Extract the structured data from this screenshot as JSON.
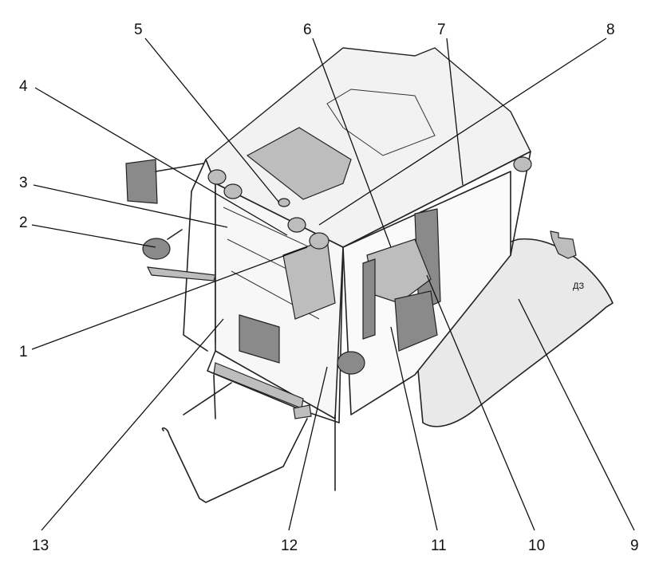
{
  "callouts": [
    {
      "id": "1",
      "label": "1"
    },
    {
      "id": "2",
      "label": "2"
    },
    {
      "id": "3",
      "label": "3"
    },
    {
      "id": "4",
      "label": "4"
    },
    {
      "id": "5",
      "label": "5"
    },
    {
      "id": "6",
      "label": "6"
    },
    {
      "id": "7",
      "label": "7"
    },
    {
      "id": "8",
      "label": "8"
    },
    {
      "id": "9",
      "label": "9"
    },
    {
      "id": "10",
      "label": "10"
    },
    {
      "id": "11",
      "label": "11"
    },
    {
      "id": "12",
      "label": "12"
    },
    {
      "id": "13",
      "label": "13"
    }
  ],
  "fender_badge": "ДЗ"
}
